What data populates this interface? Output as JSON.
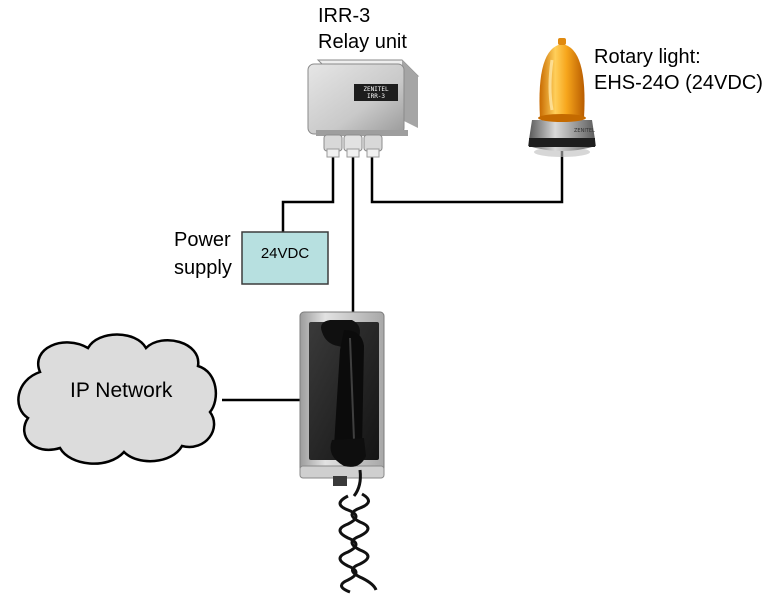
{
  "relay": {
    "title": "IRR-3",
    "subtitle": "Relay unit",
    "badge_text": "ZENITEL",
    "badge_sub": "IRR-3"
  },
  "light": {
    "title": "Rotary light:",
    "subtitle": "EHS-24O (24VDC)",
    "color": "#f5a21c"
  },
  "power": {
    "label_line1": "Power",
    "label_line2": "supply",
    "unit_label": "24VDC",
    "box_color": "#b7e0e0"
  },
  "network": {
    "label": "IP Network"
  },
  "icons": [
    "relay-unit-icon",
    "rotary-light-icon",
    "intercom-station-icon",
    "cloud-icon",
    "handset-icon"
  ]
}
